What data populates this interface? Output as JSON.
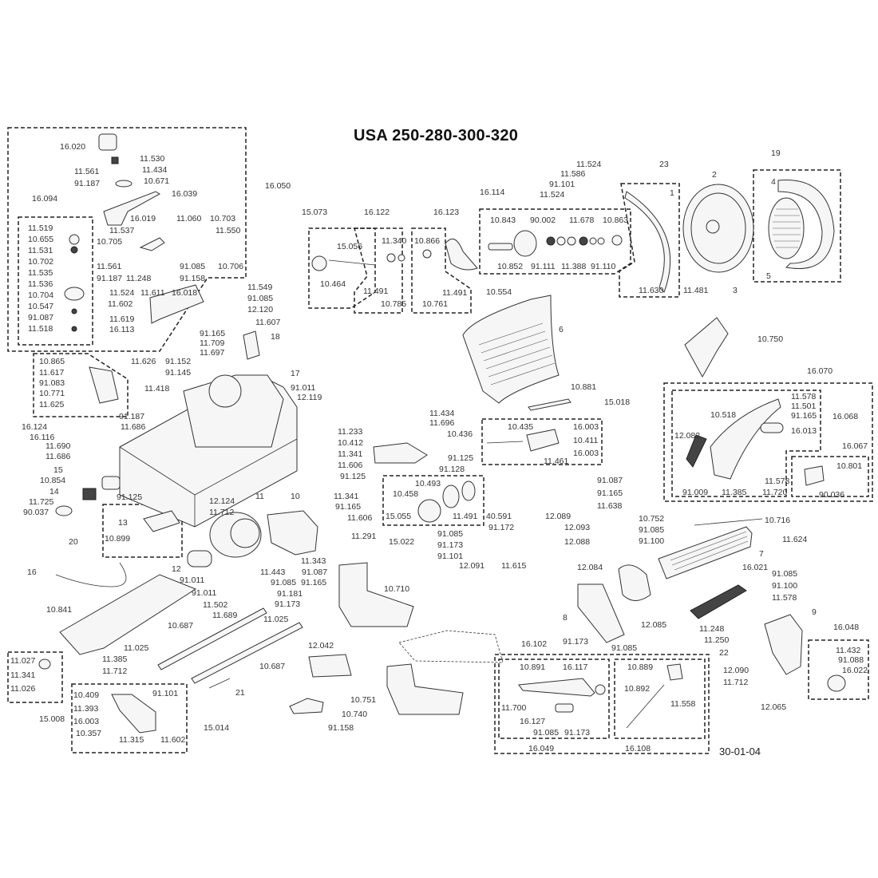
{
  "title": "USA  250-280-300-320",
  "date_code": "30-01-04",
  "labels": {
    "l16020": "16.020",
    "l11530": "11.530",
    "l11561a": "11.561",
    "l11434a": "11.434",
    "l91187a": "91.187",
    "l10671": "10.671",
    "l16039": "16.039",
    "l16050": "16.050",
    "l16094": "16.094",
    "l11519": "11.519",
    "l10655": "10.655",
    "l11531": "11.531",
    "l10702": "10.702",
    "l11535": "11.535",
    "l11536": "11.536",
    "l10704": "10.704",
    "l10547": "10.547",
    "l91087a": "91.087",
    "l11518": "11.518",
    "l16019": "16.019",
    "l11060": "11.060",
    "l10703": "10.703",
    "l11537": "11.537",
    "l11550": "11.550",
    "l10705": "10.705",
    "l11561b": "11.561",
    "l91187b": "91.187",
    "l11248a": "11.248",
    "l11611": "11.611",
    "l91085a": "91.085",
    "l91158a": "91.158",
    "l10706": "10.706",
    "l11524a": "11.524",
    "l11602a": "11.602",
    "l16018": "16.018",
    "l11619": "11.619",
    "l16113": "16.113",
    "l11549": "11.549",
    "l91085b": "91.085",
    "l12120": "12.120",
    "l11607": "11.607",
    "l91165a": "91.165",
    "l11709": "11.709",
    "l11697": "11.697",
    "l18": "18",
    "l10865": "10.865",
    "l11617": "11.617",
    "l91083": "91.083",
    "l10771": "10.771",
    "l11625": "11.625",
    "l16124": "16.124",
    "l16116": "16.116",
    "l11626": "11.626",
    "l91152": "91.152",
    "l91145": "91.145",
    "l11418": "11.418",
    "l91187c": "91.187",
    "l11686a": "11.686",
    "l17": "17",
    "l91011a": "91.011",
    "l12119": "12.119",
    "l11690": "11.690",
    "l11686b": "11.686",
    "l15": "15",
    "l10854": "10.854",
    "l14": "14",
    "l11725": "11.725",
    "l90037": "90.037",
    "l91125a": "91.125",
    "l12124": "12.124",
    "l11712a": "11.712",
    "l13": "13",
    "l10899": "10.899",
    "l20": "20",
    "l11": "11",
    "l10": "10",
    "l11341a": "11.341",
    "l91165b": "91.165",
    "l11606a": "11.606",
    "l11291": "11.291",
    "l12": "12",
    "l91011b": "91.011",
    "l91011c": "91.011",
    "l11343": "11.343",
    "l11443": "11.443",
    "l91087b": "91.087",
    "l91165c": "91.165",
    "l91085c": "91.085",
    "l91181": "91.181",
    "l91173a": "91.173",
    "l11502": "11.502",
    "l11689": "11.689",
    "l16": "16",
    "l10841": "10.841",
    "l10687a": "10.687",
    "l11025a": "11.025",
    "l11025b": "11.025",
    "l10687b": "10.687",
    "l11385a": "11.385",
    "l11712b": "11.712",
    "l21": "21",
    "l11027": "11.027",
    "l11341b": "11.341",
    "l11026": "11.026",
    "l15008": "15.008",
    "l10409": "10.409",
    "l91101a": "91.101",
    "l11393": "11.393",
    "l16003a": "16.003",
    "l10357": "10.357",
    "l11315": "11.315",
    "l11602b": "11.602",
    "l15014": "15.014",
    "l15073": "15.073",
    "l15056": "15.056",
    "l10464": "10.464",
    "l16122": "16.122",
    "l11340": "11.340",
    "l11491a": "11.491",
    "l10785": "10.785",
    "l16123": "16.123",
    "l10866": "10.866",
    "l11491b": "11.491",
    "l10761": "10.761",
    "l10554": "10.554",
    "l16114": "16.114",
    "l10843": "10.843",
    "l90002": "90.002",
    "l11678": "11.678",
    "l10863": "10.863",
    "l10852": "10.852",
    "l91111": "91.111",
    "l11388": "11.388",
    "l91110": "91.110",
    "l11524b": "11.524",
    "l11586": "11.586",
    "l91101b": "91.101",
    "l11524c": "11.524",
    "l23": "23",
    "l1": "1",
    "l11630": "11.630",
    "l11481": "11.481",
    "l2": "2",
    "l3": "3",
    "l19": "19",
    "l4": "4",
    "l5": "5",
    "l6": "6",
    "l10881": "10.881",
    "l15018": "15.018",
    "l10435": "10.435",
    "l16003b": "16.003",
    "l10411": "10.411",
    "l16003c": "16.003",
    "l11461": "11.461",
    "l11233": "11.233",
    "l11434b": "11.434",
    "l11696": "11.696",
    "l10436": "10.436",
    "l10412": "10.412",
    "l11341c": "11.341",
    "l11606b": "11.606",
    "l91125b": "91.125",
    "l91125c": "91.125",
    "l91128": "91.128",
    "l10493": "10.493",
    "l10458": "10.458",
    "l15055": "15.055",
    "l11491c": "11.491",
    "l15022": "15.022",
    "l91087c": "91.087",
    "l91165d": "91.165",
    "l11638": "11.638",
    "l40591": "40.591",
    "l12089": "12.089",
    "l91172": "91.172",
    "l12093": "12.093",
    "l12088": "12.088",
    "l91085d": "91.085",
    "l91173b": "91.173",
    "l91101c": "91.101",
    "l12091": "12.091",
    "l11615": "11.615",
    "l10750": "10.750",
    "l16070": "16.070",
    "l11578a": "11.578",
    "l11501": "11.501",
    "l91165e": "91.165",
    "l10518": "10.518",
    "l16068": "16.068",
    "l12082": "12.082",
    "l16013": "16.013",
    "l16067": "16.067",
    "l10801": "10.801",
    "l11578b": "11.578",
    "l91009": "91.009",
    "l11385b": "11.385",
    "l11720": "11.720",
    "l90036": "90.036",
    "l10752": "10.752",
    "l10716": "10.716",
    "l91085e": "91.085",
    "l91100a": "91.100",
    "l11624": "11.624",
    "l7": "7",
    "l12084": "12.084",
    "l16021": "16.021",
    "l91085f": "91.085",
    "l91100b": "91.100",
    "l11578c": "11.578",
    "l8": "8",
    "l12085": "12.085",
    "l11248b": "11.248",
    "l11250": "11.250",
    "l22": "22",
    "l9": "9",
    "l91173c": "91.173",
    "l91085g": "91.085",
    "l16048": "16.048",
    "l11432": "11.432",
    "l91088": "91.088",
    "l16022": "16.022",
    "l12090": "12.090",
    "l11712c": "11.712",
    "l12065": "12.065",
    "l10710": "10.710",
    "l12042": "12.042",
    "l10751": "10.751",
    "l10740": "10.740",
    "l91158b": "91.158",
    "l16102": "16.102",
    "l10891": "10.891",
    "l16117": "16.117",
    "l11700": "11.700",
    "l16127": "16.127",
    "l91085h": "91.085",
    "l91173d": "91.173",
    "l16049": "16.049",
    "l10889": "10.889",
    "l10892": "10.892",
    "l11558": "11.558",
    "l16108": "16.108"
  }
}
